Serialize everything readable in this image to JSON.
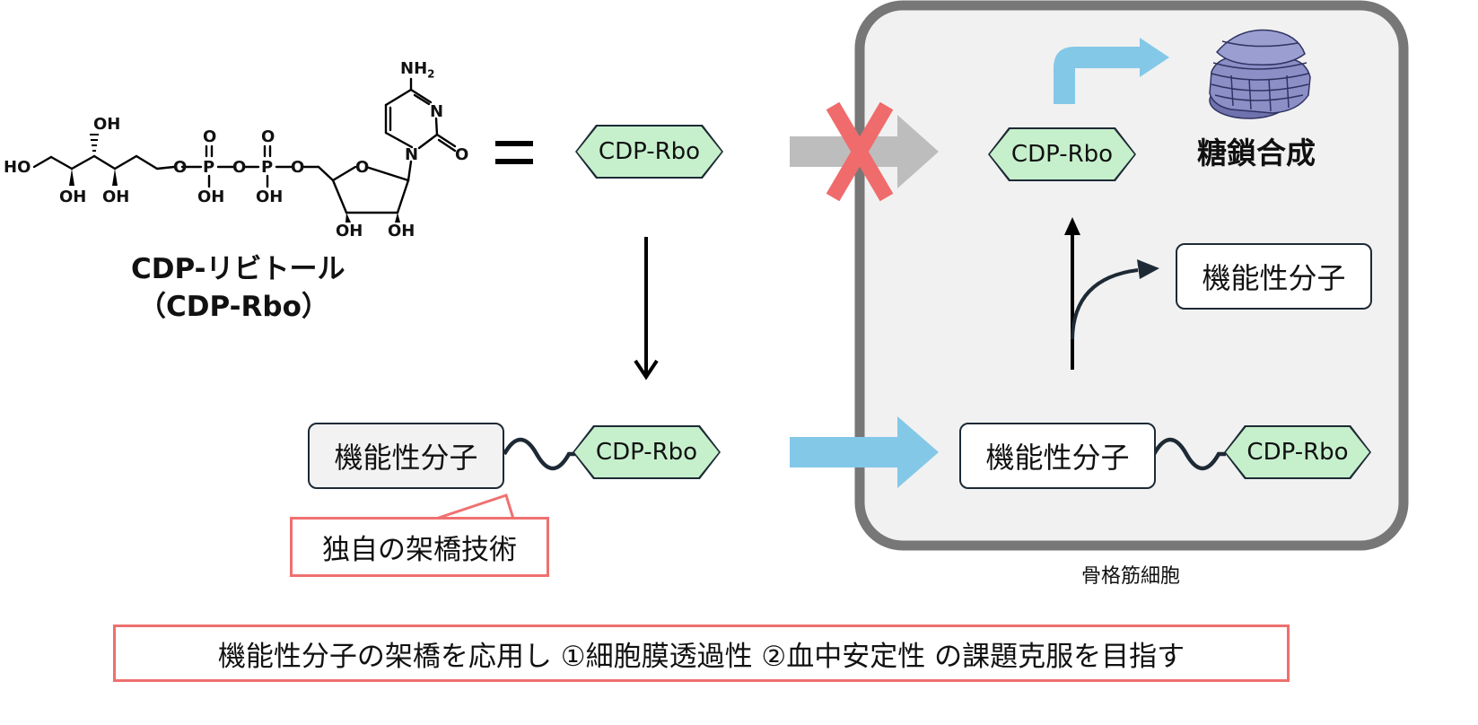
{
  "molecule": {
    "labels": {
      "ho_left": "HO",
      "oh_top": "OH",
      "oh_b1": "OH",
      "oh_b2": "OH",
      "o_link1": "O",
      "p1": "P",
      "o_bridge": "O",
      "p2": "P",
      "o_link2": "O",
      "p1_o_top": "O",
      "p1_oh": "OH",
      "p2_o_top": "O",
      "p2_oh": "OH",
      "ring_o": "O",
      "n1": "N",
      "n3": "N",
      "carbonyl_o": "O",
      "nh2": "NH",
      "nh2_sub": "2",
      "sugar_oh1": "OH",
      "sugar_oh2": "OH"
    },
    "name_line1": "CDP-リビトール",
    "name_line2": "（CDP-Rbo）"
  },
  "equals": "＝",
  "tags": {
    "top": "CDP-Rbo",
    "conjugate": "CDP-Rbo",
    "cell_top": "CDP-Rbo",
    "cell_conjugate": "CDP-Rbo"
  },
  "boxes": {
    "functional_left": "機能性分子",
    "functional_cell": "機能性分子",
    "functional_released": "機能性分子"
  },
  "labels": {
    "glycan_synthesis": "糖鎖合成",
    "skeletal_muscle_cell": "骨格筋細胞"
  },
  "callout": "独自の架橋技術",
  "banner": "機能性分子の架橋を応用し ①細胞膜透過性 ②血中安定性 の課題克服を目指す",
  "colors": {
    "tag_fill": "#c6f0cc",
    "cell_fill": "#f1f1f1",
    "cell_border": "#777777",
    "arrow_blue": "#84c8e8",
    "arrow_gray": "#bdbdbd",
    "cross_red": "#f06b6b",
    "callout_red": "#f07070",
    "banner_red": "#ee6f6f",
    "protein": "#8b8fc6"
  }
}
